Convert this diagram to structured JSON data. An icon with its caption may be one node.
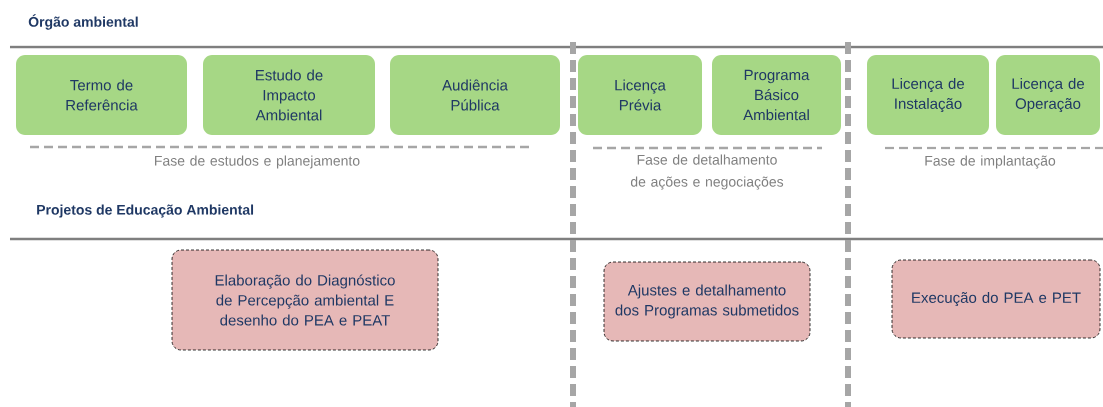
{
  "diagram": {
    "nodes": [
      {
        "text": [
          "Termo de Referência"
        ]
      },
      {
        "text": [
          "Estudo de Impacto Ambiental"
        ]
      },
      {
        "text": [
          "Audiência Pública"
        ]
      },
      {
        "text": [
          "Licença Prévia"
        ]
      },
      {
        "text": [
          "Programa Básico Ambiental"
        ]
      },
      {
        "text": [
          "Licença de Instalação"
        ]
      },
      {
        "text": [
          "Licença de Operação"
        ]
      },
      {
        "text": [
          "Elaboração do Diagnóstico de Percepção ambiental E desenho do PEA e PEAT"
        ]
      },
      {
        "text": [
          "Ajustes e detalhamento dos Programas submetidos"
        ]
      },
      {
        "text": [
          "Execução do PEA e PET"
        ]
      }
    ],
    "labels": [
      "Órgão ambiental",
      "Fase de estudos e planejamento",
      "Fase de detalhamento de ações e negociações",
      "Fase de implantação",
      "Projetos de Educação Ambiental"
    ]
  }
}
